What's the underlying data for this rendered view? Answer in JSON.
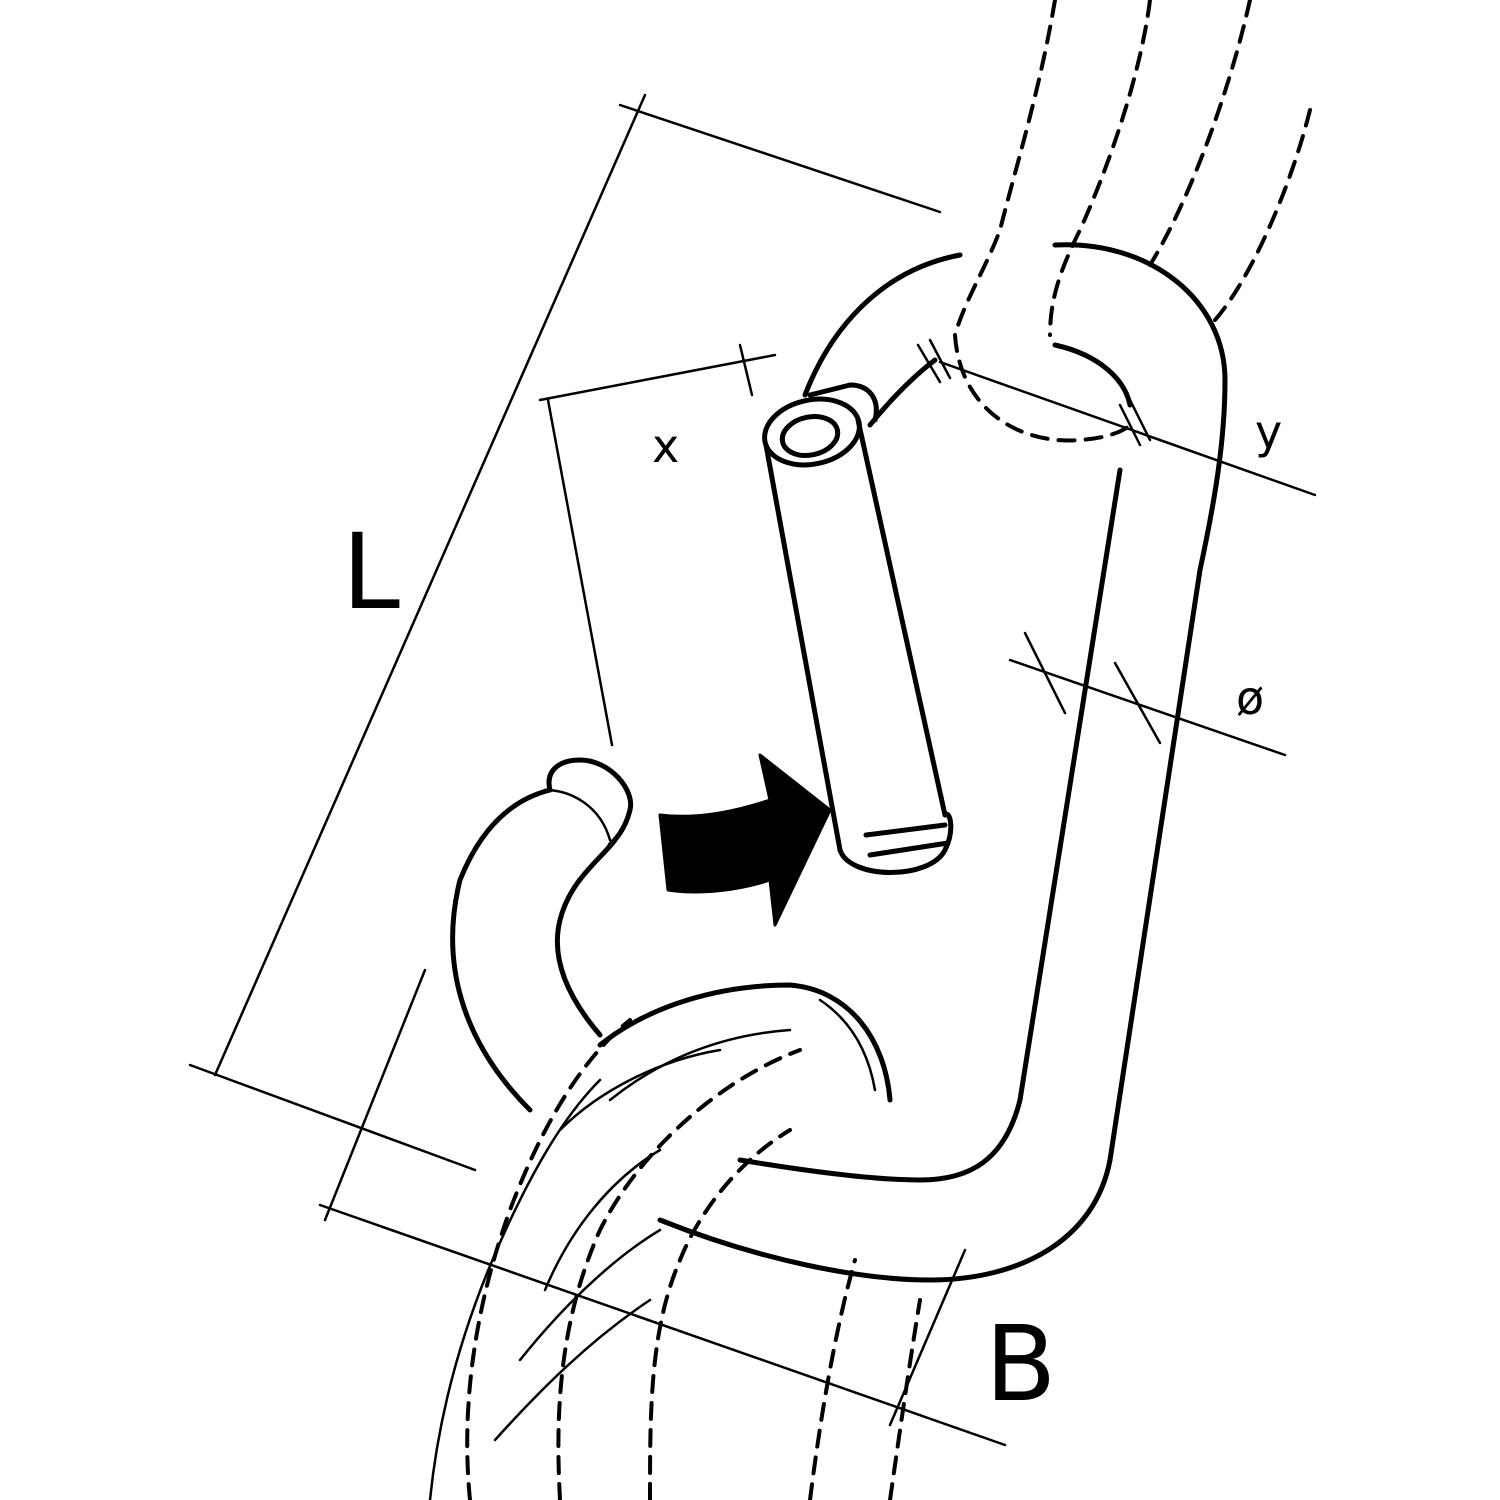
{
  "diagram": {
    "labels": {
      "length": "L",
      "width": "B",
      "gate_opening": "x",
      "inner_width": "y",
      "diameter": "ø"
    },
    "ink_color": "#000000",
    "background_color": "#ffffff"
  }
}
